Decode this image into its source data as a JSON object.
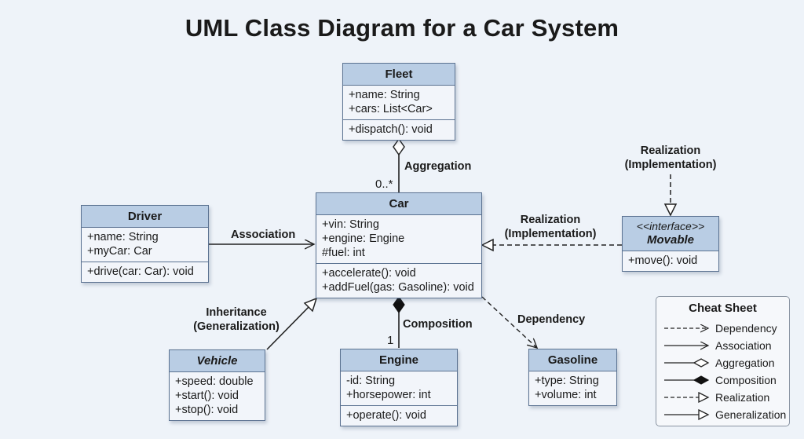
{
  "title": "UML Class Diagram for a Car System",
  "classes": {
    "fleet": {
      "name": "Fleet",
      "attributes": [
        "+name: String",
        "+cars: List<Car>"
      ],
      "methods": [
        "+dispatch(): void"
      ]
    },
    "car": {
      "name": "Car",
      "attributes": [
        "+vin: String",
        "+engine: Engine",
        "#fuel: int"
      ],
      "methods": [
        "+accelerate(): void",
        "+addFuel(gas: Gasoline): void"
      ]
    },
    "driver": {
      "name": "Driver",
      "attributes": [
        "+name: String",
        "+myCar: Car"
      ],
      "methods": [
        "+drive(car: Car): void"
      ]
    },
    "movable": {
      "stereotype": "<<interface>>",
      "name": "Movable",
      "methods": [
        "+move(): void"
      ]
    },
    "vehicle": {
      "name": "Vehicle",
      "attributes": [
        "+speed: double",
        "+start(): void",
        "+stop(): void"
      ]
    },
    "engine": {
      "name": "Engine",
      "attributes": [
        "-id: String",
        "+horsepower: int"
      ],
      "methods": [
        "+operate(): void"
      ]
    },
    "gasoline": {
      "name": "Gasoline",
      "attributes": [
        "+type: String",
        "+volume: int"
      ]
    }
  },
  "relations": {
    "aggregation": "Aggregation",
    "aggregation_mult": "0..*",
    "association": "Association",
    "realization_line1": "Realization",
    "realization_line2": "(Implementation)",
    "realization_top_line1": "Realization",
    "realization_top_line2": "(Implementation)",
    "inheritance_line1": "Inheritance",
    "inheritance_line2": "(Generalization)",
    "composition": "Composition",
    "composition_mult": "1",
    "dependency": "Dependency"
  },
  "cheat_sheet": {
    "title": "Cheat Sheet",
    "items": [
      "Dependency",
      "Association",
      "Aggregation",
      "Composition",
      "Realization",
      "Generalization"
    ]
  },
  "colors": {
    "background": "#eef3f9",
    "class_header": "#b9cde4",
    "class_border": "#5b7291",
    "line": "#222222"
  }
}
